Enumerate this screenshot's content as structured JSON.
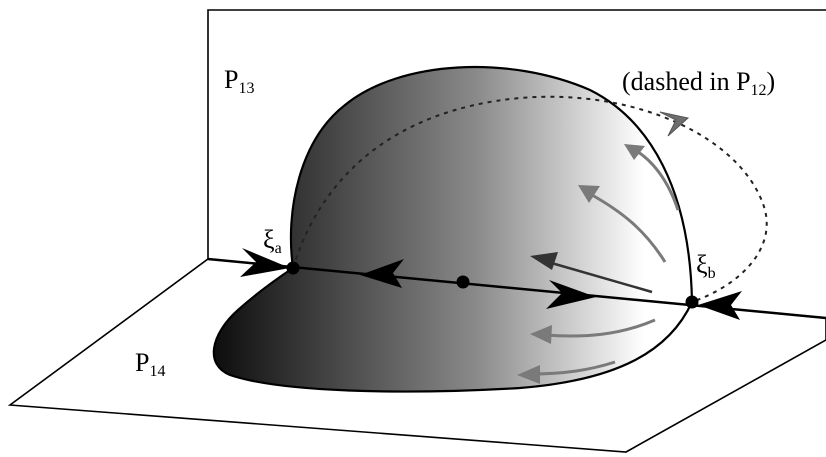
{
  "plane_labels": {
    "p13": {
      "base": "P",
      "sub": "13"
    },
    "p14": {
      "base": "P",
      "sub": "14"
    }
  },
  "annotation": {
    "prefix": "(dashed in P",
    "sub": "12",
    "suffix": ")"
  },
  "points": {
    "xi_a": {
      "base": "ξ",
      "sub": "a"
    },
    "xi_b": {
      "base": "ξ",
      "sub": "b"
    }
  },
  "colors": {
    "stroke": "#000000",
    "flow_arrow": "#7a7a7a",
    "gradient_dark": "#0d0d0d",
    "gradient_light": "#ffffff"
  }
}
